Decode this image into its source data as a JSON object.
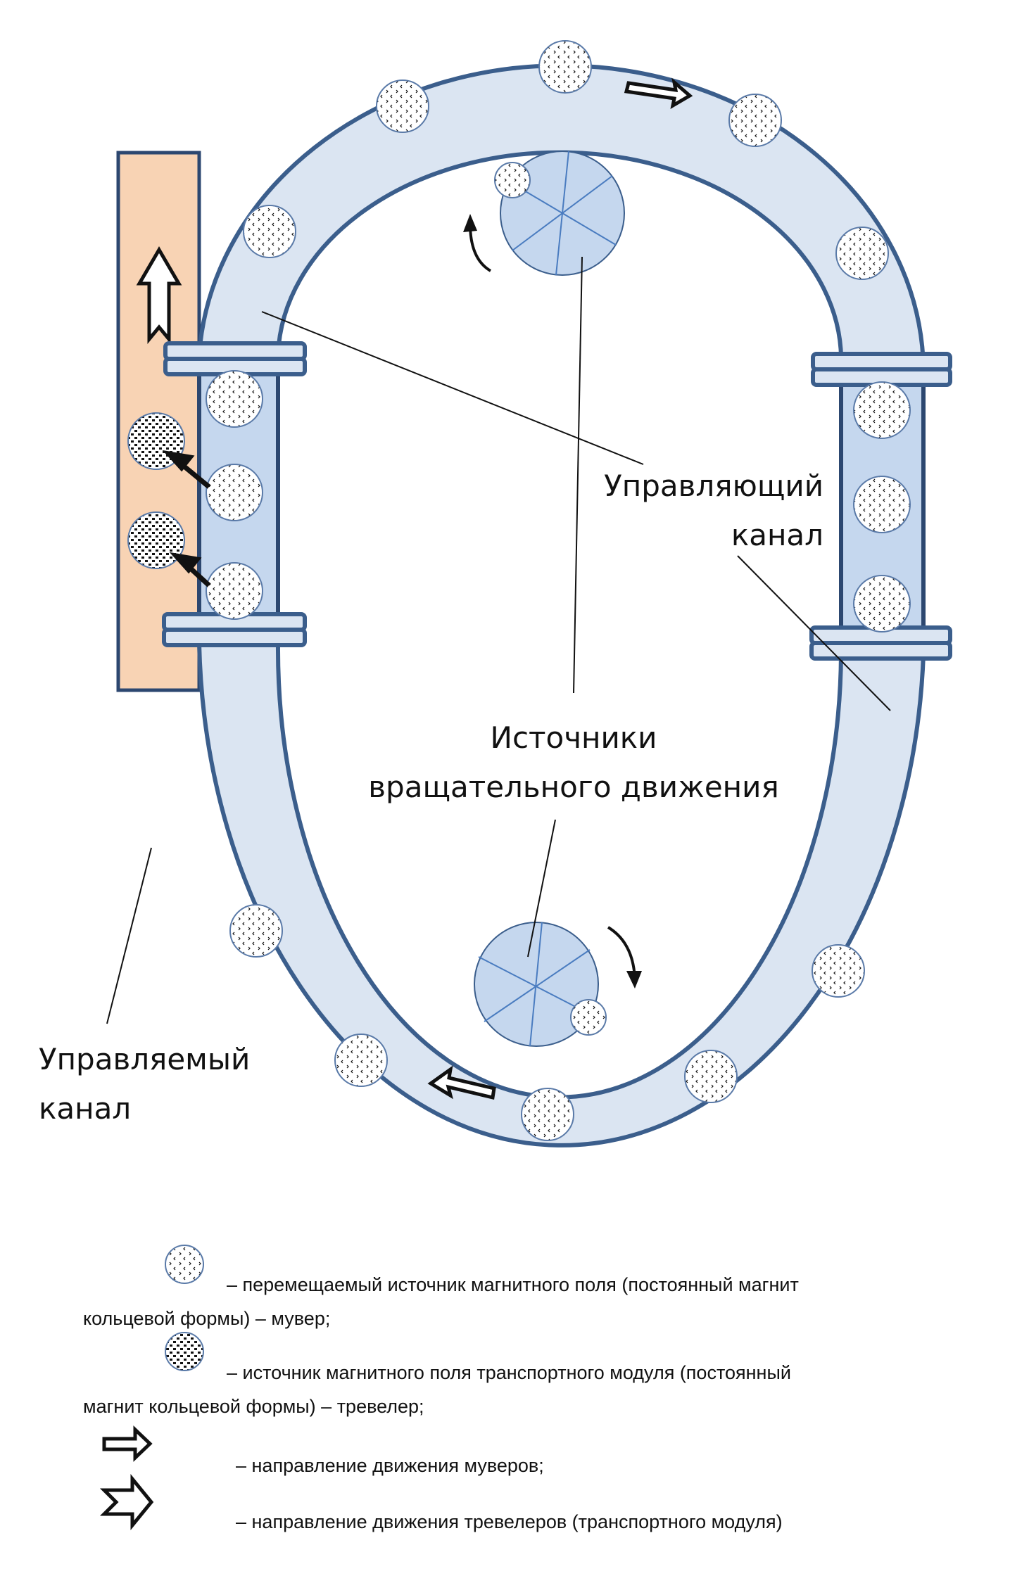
{
  "labels": {
    "control_channel_line1": "Управляющий",
    "control_channel_line2": "канал",
    "rotation_sources_line1": "Источники",
    "rotation_sources_line2": "вращательного движения",
    "controlled_channel_line1": "Управляемый",
    "controlled_channel_line2": "канал"
  },
  "legend": [
    {
      "icon": "mover-magnet-icon",
      "line1": "– перемещаемый источник магнитного поля (постоянный магнит",
      "line2": "кольцевой формы) – мувер;"
    },
    {
      "icon": "traveler-magnet-icon",
      "line1": "– источник магнитного поля транспортного модуля (постоянный",
      "line2": "магнит кольцевой формы) – тревелер;"
    },
    {
      "icon": "mover-direction-arrow-icon",
      "line1": "– направление движения муверов;"
    },
    {
      "icon": "traveler-direction-arrow-icon",
      "line1": "– направление движения тревелеров (транспортного модуля)"
    }
  ],
  "colors": {
    "ring_fill": "#dbe5f2",
    "straight_fill": "#c5d7ee",
    "outline": "#3b5e8c",
    "channel_fill": "#f8d3b4",
    "channel_outline": "#2c4770",
    "disc_fill": "#c5d7ee",
    "disc_lines": "#4a7cc0"
  }
}
